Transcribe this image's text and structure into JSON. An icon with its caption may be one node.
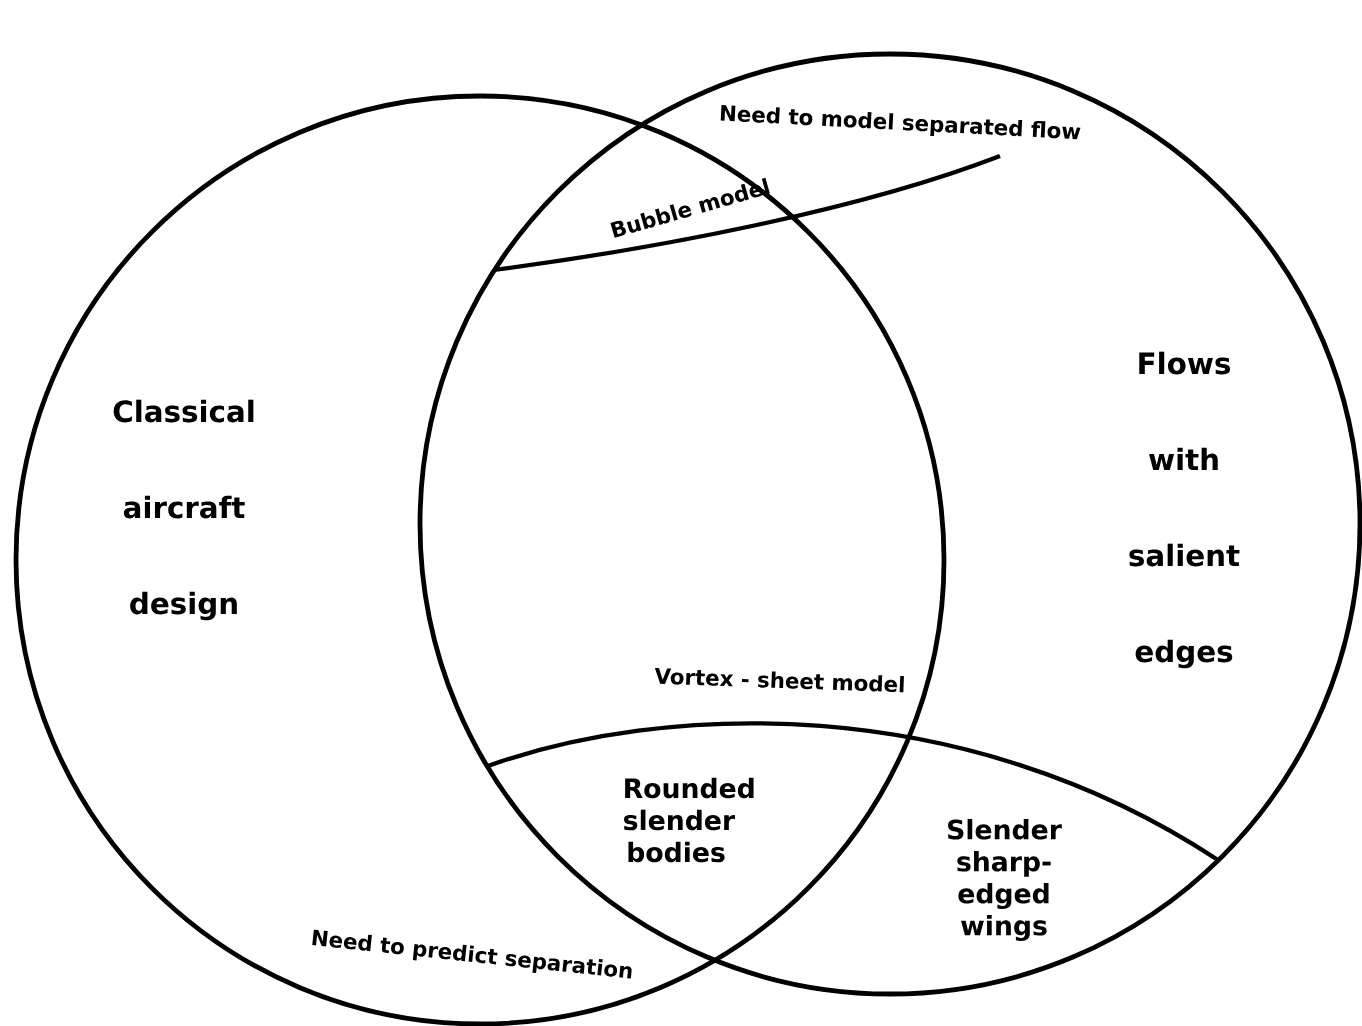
{
  "diagram": {
    "nodes": [
      {
        "text": [
          "Classical aircraft design"
        ]
      },
      {
        "text": [
          "Flows with salient edges"
        ]
      }
    ],
    "labels": [
      "Need to model separated flow",
      "Bubble model",
      "Vortex - sheet model",
      "Rounded slender bodies",
      "Slender sharp-edged wings",
      "Need to predict separation"
    ]
  }
}
